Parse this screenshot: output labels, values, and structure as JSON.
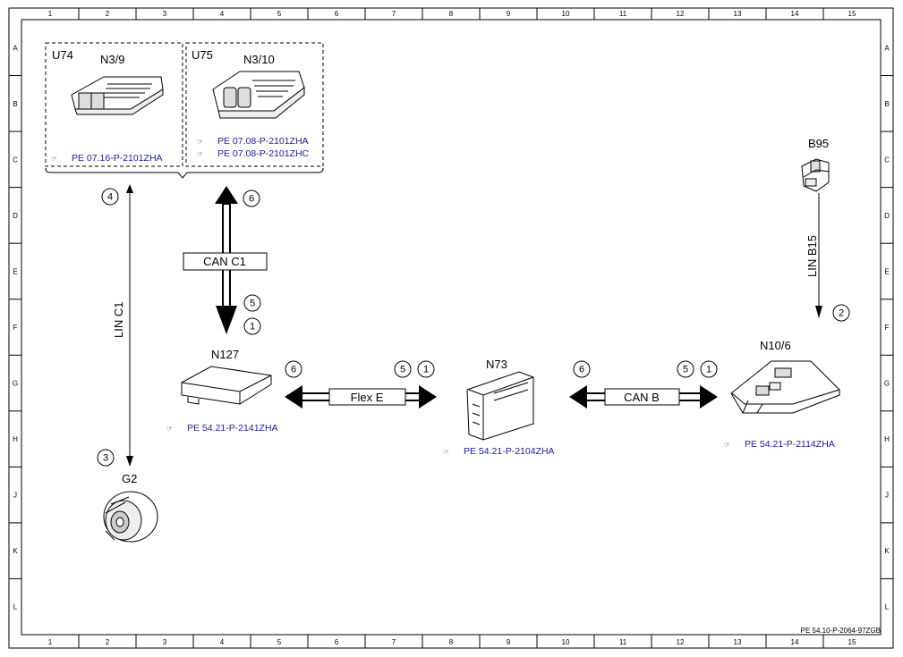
{
  "grid": {
    "columns": [
      "1",
      "2",
      "3",
      "4",
      "5",
      "6",
      "7",
      "8",
      "9",
      "10",
      "11",
      "12",
      "13",
      "14",
      "15"
    ],
    "rows": [
      "A",
      "B",
      "C",
      "D",
      "E",
      "F",
      "G",
      "H",
      "J",
      "K",
      "L"
    ]
  },
  "footer_code": "PE 54.10-P-2064-97ZGB",
  "components": {
    "u74": {
      "tag": "U74",
      "code": "N3/9",
      "refs": [
        "PE 07.16-P-2101ZHA"
      ]
    },
    "u75": {
      "tag": "U75",
      "code": "N3/10",
      "refs": [
        "PE 07.08-P-2101ZHA",
        "PE 07.08-P-2101ZHC"
      ]
    },
    "b95": {
      "code": "B95"
    },
    "n127": {
      "code": "N127",
      "ref": "PE 54.21-P-2141ZHA"
    },
    "n73": {
      "code": "N73",
      "ref": "PE 54.21-P-2104ZHA"
    },
    "n10_6": {
      "code": "N10/6",
      "ref": "PE 54.21-P-2114ZHA"
    },
    "g2": {
      "code": "G2"
    }
  },
  "buses": {
    "lin_c1": "LIN C1",
    "lin_b15": "LIN B15",
    "can_c1": "CAN C1",
    "flex_e": "Flex E",
    "can_b": "CAN B"
  },
  "markers": {
    "m4": "4",
    "m6_top": "6",
    "m5_top": "5",
    "m1_top": "1",
    "m2": "2",
    "m3": "3",
    "m6_flex": "6",
    "m5_flex": "5",
    "m1_flex": "1",
    "m6_canb": "6",
    "m5_canb": "5",
    "m1_canb": "1"
  },
  "colors": {
    "link_text": "#1a1aa8",
    "line": "#000000",
    "background": "#ffffff"
  }
}
